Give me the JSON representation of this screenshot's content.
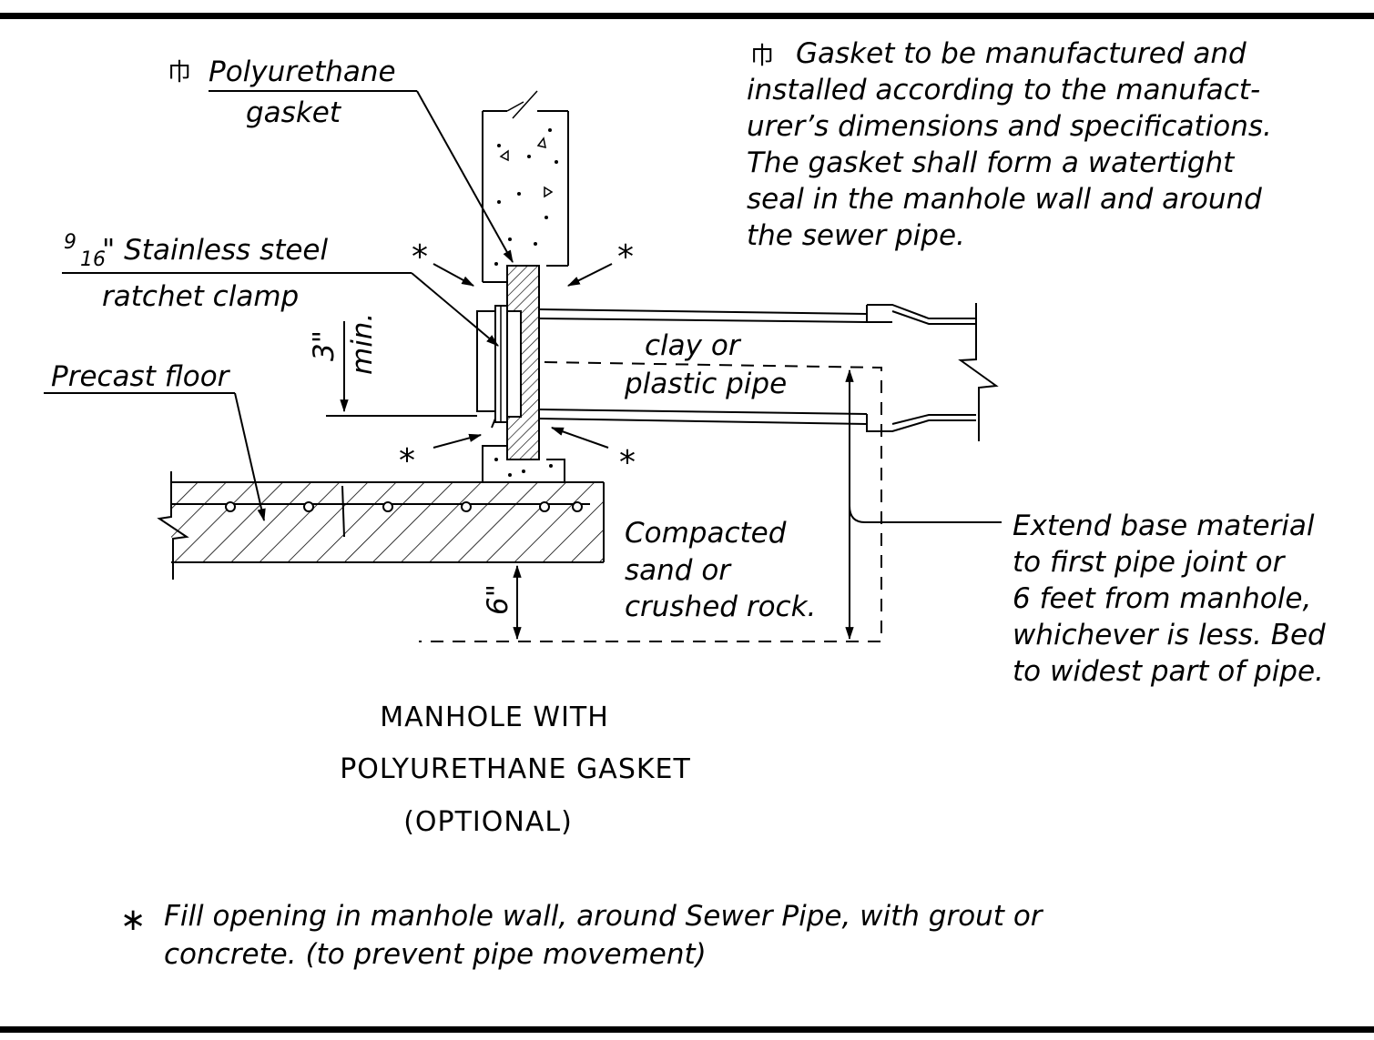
{
  "labels": {
    "gasket_symbol": "巾",
    "polyurethane_gasket_line1": "Polyurethane",
    "polyurethane_gasket_line2": "gasket",
    "clamp_fraction_num": "9",
    "clamp_fraction_den": "16",
    "clamp_line1": "\" Stainless steel",
    "clamp_line2": "ratchet clamp",
    "dim_3in": "3\"",
    "dim_min": "min.",
    "precast_floor": "Precast floor",
    "clay_pipe_line1": "clay or",
    "clay_pipe_line2": "plastic pipe",
    "compacted_line1": "Compacted",
    "compacted_line2": "sand or",
    "compacted_line3": "crushed rock.",
    "dim_6in": "6\"",
    "asterisk": "*"
  },
  "gasket_note": {
    "symbol": "巾",
    "line1": "Gasket to be manufactured and",
    "line2": "installed according to the manufact-",
    "line3": "urer’s dimensions and specifications.",
    "line4": "The gasket shall form a watertight",
    "line5": "seal in the manhole wall and around",
    "line6": "the sewer pipe."
  },
  "base_note": {
    "line1": "Extend base material",
    "line2": "to first pipe joint or",
    "line3": "6 feet from manhole,",
    "line4": "whichever is less. Bed",
    "line5": "to widest part of pipe."
  },
  "title": {
    "line1": "MANHOLE WITH",
    "line2": "POLYURETHANE GASKET",
    "line3": "(OPTIONAL)"
  },
  "footnote": {
    "symbol": "∗",
    "line1": "Fill opening in manhole wall, around Sewer Pipe, with grout or",
    "line2": "concrete. (to prevent pipe movement)"
  }
}
